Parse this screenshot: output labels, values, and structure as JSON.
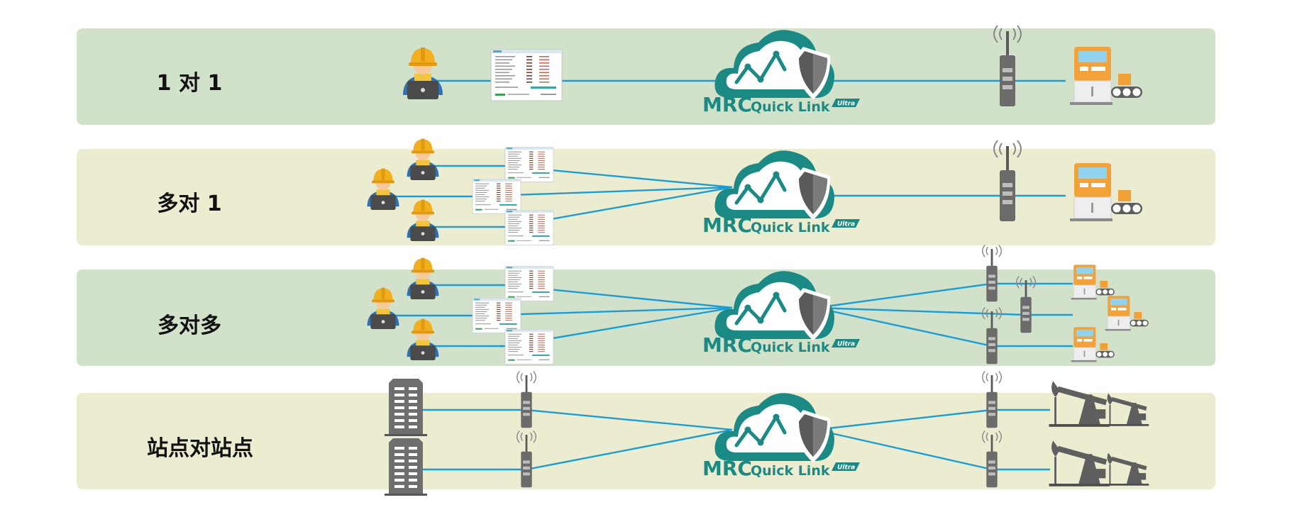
{
  "rows": [
    {
      "label": "1 对 1",
      "background": "#d1e1ca"
    },
    {
      "label": "多对 1",
      "background": "#ececd1"
    },
    {
      "label": "多对多",
      "background": "#d1e1ca"
    },
    {
      "label": "站点对站点",
      "background": "#ececd1"
    }
  ],
  "logo": {
    "brand": "MRC",
    "product": "Quick Link",
    "badge": "Ultra"
  },
  "colors": {
    "link_line": "#1b9dd6",
    "cloud": "#1c8a84",
    "shield": "#5a5a5a",
    "device": "#6b6b6b",
    "helmet": "#f2b01e",
    "worker_body": "#2d72b8",
    "machine": "#f3a23a",
    "building": "#6e6e6e"
  },
  "icons": [
    "worker-laptop-icon",
    "software-window-icon",
    "cloud-shield-icon",
    "gateway-router-icon",
    "industrial-machine-icon",
    "office-building-icon",
    "oil-pump-icon"
  ]
}
